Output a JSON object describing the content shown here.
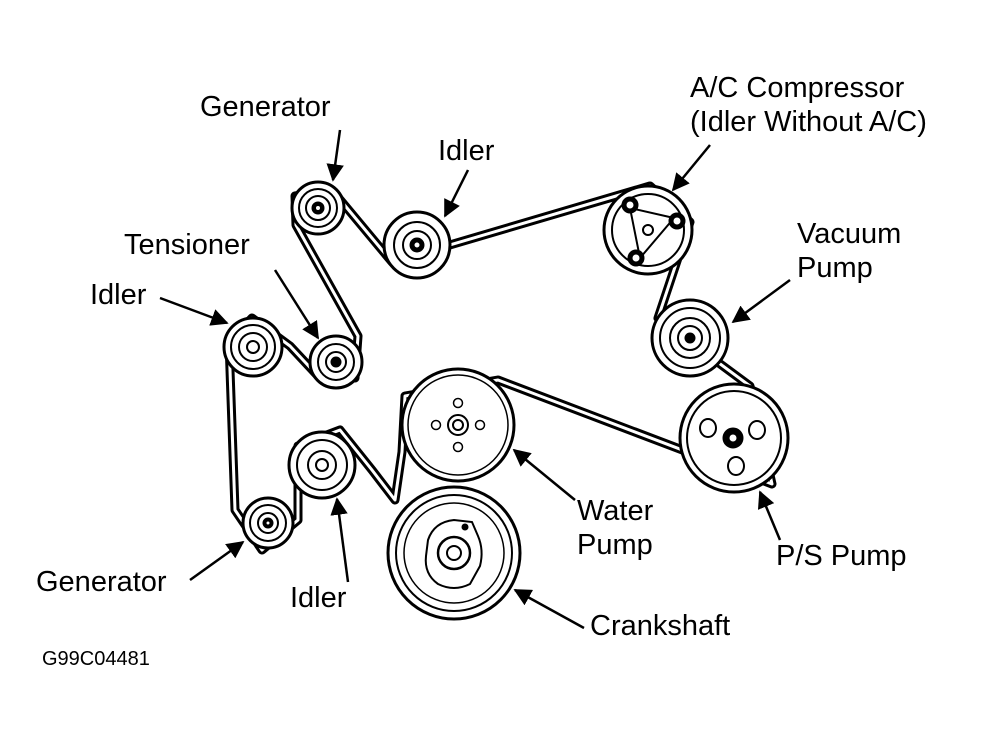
{
  "labels": {
    "generator_top": "Generator",
    "idler_top": "Idler",
    "ac_compressor_line1": "A/C Compressor",
    "ac_compressor_line2": "(Idler Without A/C)",
    "vacuum_pump_line1": "Vacuum",
    "vacuum_pump_line2": "Pump",
    "tensioner": "Tensioner",
    "idler_left": "Idler",
    "water_pump_line1": "Water",
    "water_pump_line2": "Pump",
    "ps_pump": "P/S Pump",
    "generator_bottom": "Generator",
    "idler_bottom": "Idler",
    "crankshaft": "Crankshaft"
  },
  "figure_code": "G99C04481",
  "colors": {
    "ink": "#000000",
    "paper": "#ffffff"
  }
}
